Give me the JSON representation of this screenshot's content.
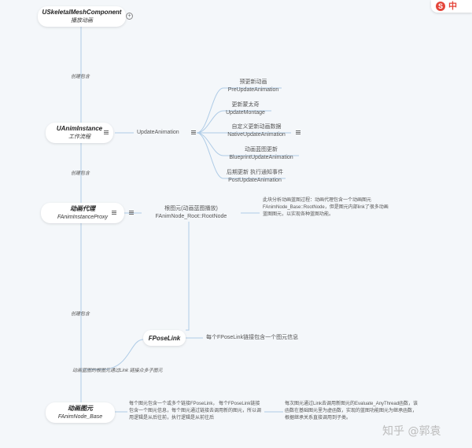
{
  "nodes": {
    "skeletal": {
      "title": "USkeletalMeshComponent",
      "sub": "播放动画"
    },
    "anim_instance": {
      "title": "UAnimInstance",
      "sub": "工作流程"
    },
    "proxy": {
      "title": "动画代理",
      "sub": "FAnimInstanceProxy"
    },
    "pose_link": {
      "title": "FPoseLink"
    },
    "node_base": {
      "title": "动画图元",
      "sub": "FAnimNode_Base"
    }
  },
  "edge_labels": {
    "create1": "创建包含",
    "create2": "创建包含",
    "create3": "创建包含",
    "link_children": "动画蓝图的根图元通过Link 链接众多子图元"
  },
  "update": {
    "label": "UpdateAnimation",
    "children": [
      {
        "cn": "预更新动画",
        "en": "PreUpdateAnimation"
      },
      {
        "cn": "更新蒙太奇",
        "en": "UpdateMontage"
      },
      {
        "cn": "自定义更新动画数据",
        "en": "NativeUpdateAnimation"
      },
      {
        "cn": "动画蓝图更新",
        "en": "BlueprintUpdateAnimation"
      },
      {
        "cn": "后期更新 执行通知事件",
        "en": "PostUpdateAnimation"
      }
    ]
  },
  "root_node": {
    "cn": "根图元(动画蓝图播放)",
    "en": "FAnimNode_Root::RootNode"
  },
  "root_note": "此块分析动画蓝图过程：动画代理包含一个动画图元FAnimNode_Base::RootNode，但是图元内部link了很多动画蓝图图元，以实现各种蓝图功能。",
  "pose_link_note": "每个FPoseLink链接包含一个图元信息",
  "base_note": "每个图元包含一个或多个链接FPoseLink， 每个FPoseLink链接包含一个图元信息，每个图元通过链接去调用新的图元，所以调用逻辑是从后往前，执行逻辑是从前往后",
  "base_note2": "每次图元通过Link去调用新图元的Evaluate_AnyThread函数，该函数在基础图元里为虚函数，实现的蓝图功能图元为继承函数，根据继承关系直接调用到子类。",
  "brand": {
    "s": "S",
    "text": "中"
  },
  "watermark": "知乎 @郭袁",
  "colors": {
    "line": "#aecbe6",
    "node_bg": "#ffffff",
    "bg": "#f4f7fa"
  }
}
